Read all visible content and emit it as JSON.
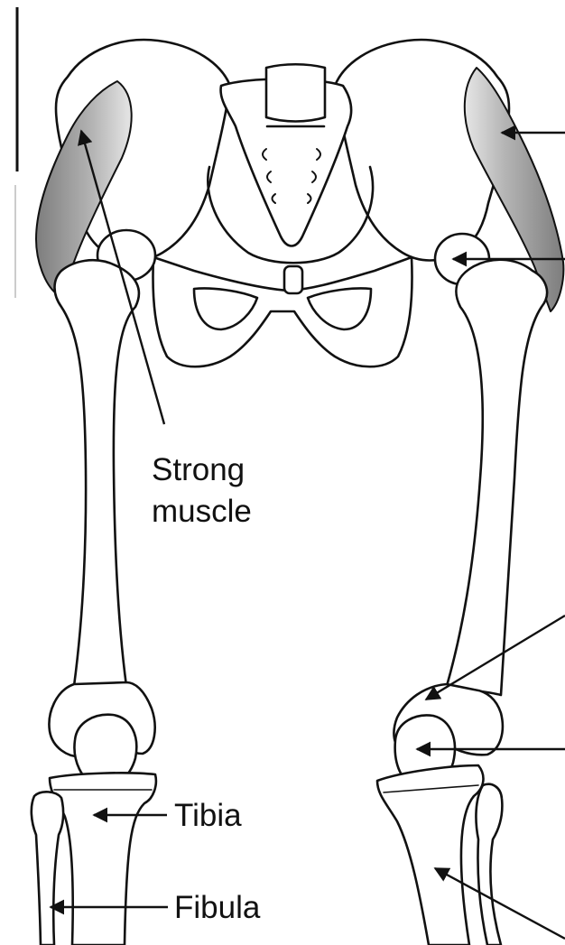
{
  "figure": {
    "labels": {
      "strong_muscle_line1": "Strong",
      "strong_muscle_line2": "muscle",
      "tibia": "Tibia",
      "fibula": "Fibula"
    },
    "colors": {
      "ink": "#111111",
      "bone_fill": "#ffffff",
      "muscle_dark": "#8a8a8a",
      "muscle_light": "#e2e2e2"
    }
  }
}
